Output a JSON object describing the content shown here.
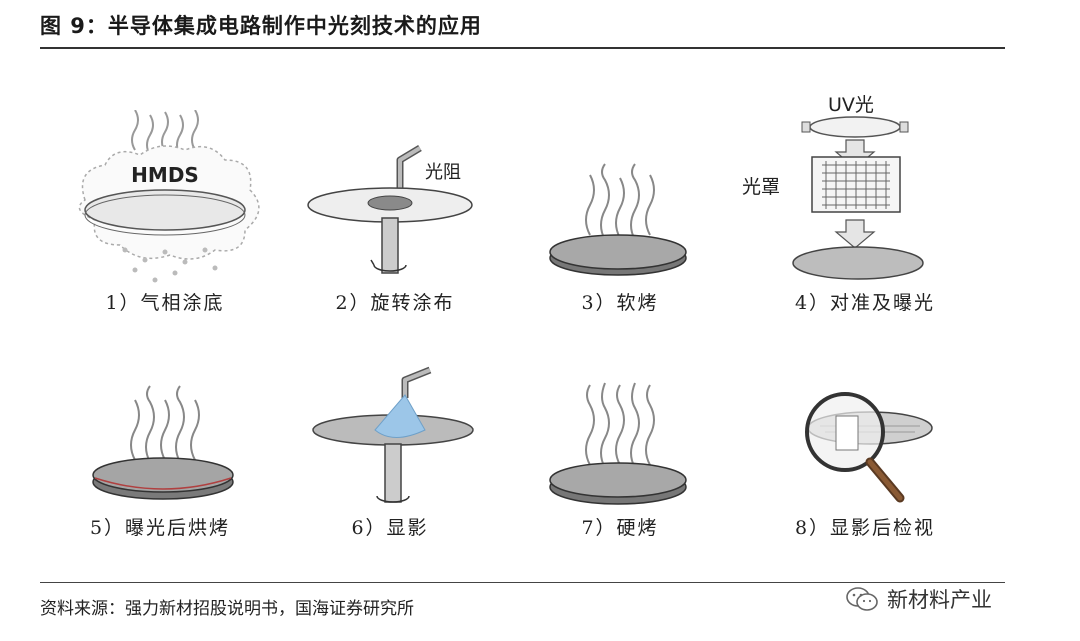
{
  "header": {
    "title": "图 9：半导体集成电路制作中光刻技术的应用"
  },
  "steps": [
    {
      "caption": "1）气相涂底",
      "label": "HMDS",
      "icon": "vapor-prime-icon"
    },
    {
      "caption": "2）旋转涂布",
      "label": "光阻",
      "icon": "spin-coat-icon"
    },
    {
      "caption": "3）软烤",
      "icon": "soft-bake-icon"
    },
    {
      "caption": "4）对准及曝光",
      "label_uv": "UV光",
      "label_mask": "光罩",
      "icon": "align-expose-icon"
    },
    {
      "caption": "5）曝光后烘烤",
      "icon": "post-exposure-bake-icon"
    },
    {
      "caption": "6）显影",
      "icon": "develop-icon"
    },
    {
      "caption": "7）硬烤",
      "icon": "hard-bake-icon"
    },
    {
      "caption": "8）显影后检视",
      "icon": "inspection-icon"
    }
  ],
  "footer": {
    "source": "资料来源：强力新材招股说明书，国海证券研究所",
    "watermark": "新材料产业",
    "watermark_icon": "wechat-icon"
  }
}
